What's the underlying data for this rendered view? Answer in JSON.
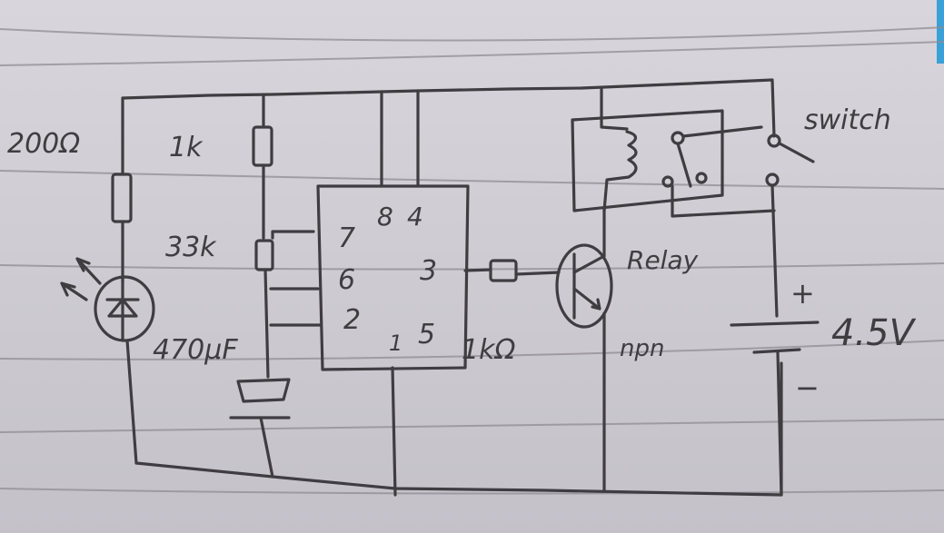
{
  "diagram": {
    "title": "555 timer light-activated relay circuit (hand-drawn)",
    "paper": {
      "background": "#d3d0d7",
      "ink": "#3f3d42",
      "rule_color": "#8f8c94"
    },
    "labels": {
      "r1": "200Ω",
      "r2": "1k",
      "pot": "33k",
      "cap": "470μF",
      "ic_pins": {
        "p8": "8",
        "p4": "4",
        "p7": "7",
        "p6": "6",
        "p3": "3",
        "p2": "2",
        "p1": "1",
        "p5": "5"
      },
      "base_resistor": "1kΩ",
      "relay": "Relay",
      "transistor": "npn",
      "switch": "switch",
      "battery_plus": "+",
      "battery_minus": "−",
      "battery_voltage": "4.5V"
    },
    "components": [
      {
        "id": "R1",
        "type": "resistor",
        "value": "200Ω"
      },
      {
        "id": "LED",
        "type": "led",
        "value": ""
      },
      {
        "id": "R2",
        "type": "resistor",
        "value": "1k"
      },
      {
        "id": "VR1",
        "type": "potentiometer",
        "value": "33k"
      },
      {
        "id": "C1",
        "type": "electrolytic-capacitor",
        "value": "470μF"
      },
      {
        "id": "IC1",
        "type": "555-timer",
        "pins": [
          "8",
          "4",
          "7",
          "6",
          "3",
          "2",
          "1",
          "5"
        ]
      },
      {
        "id": "R3",
        "type": "resistor",
        "value": "1kΩ"
      },
      {
        "id": "Q1",
        "type": "npn-transistor",
        "value": "npn"
      },
      {
        "id": "K1",
        "type": "relay",
        "value": "Relay"
      },
      {
        "id": "S1",
        "type": "switch",
        "value": "switch"
      },
      {
        "id": "B1",
        "type": "battery",
        "value": "4.5V"
      }
    ]
  }
}
